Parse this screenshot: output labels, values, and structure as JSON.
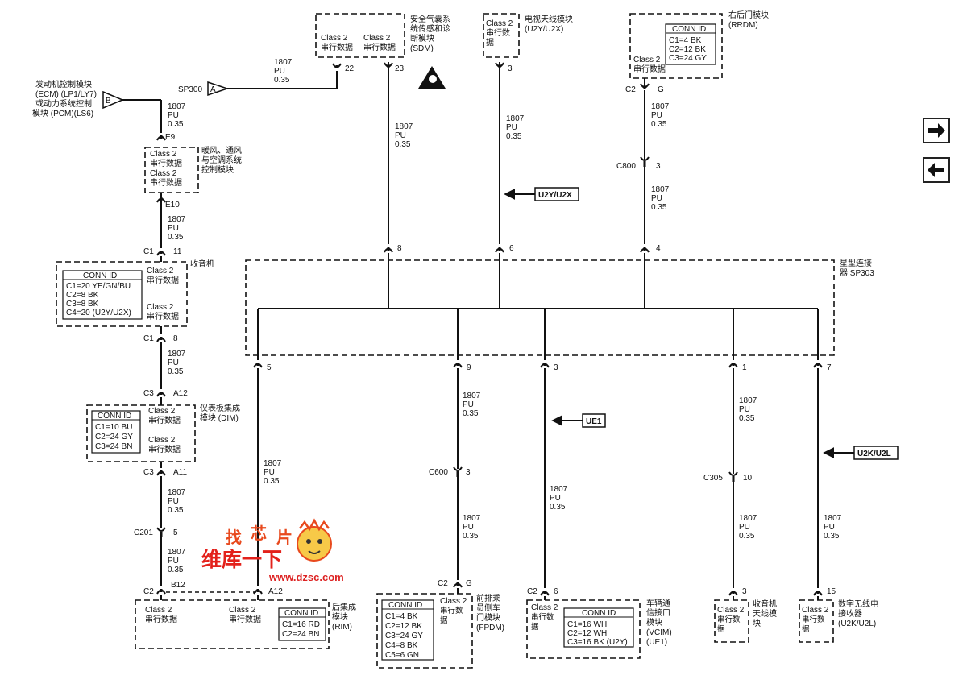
{
  "nav": {
    "next_icon": "arrow-right-icon",
    "prev_icon": "arrow-left-icon"
  },
  "wire": {
    "circuit": "1807",
    "color": "PU",
    "gauge": "0.35"
  },
  "serial": {
    "l1": "Class 2",
    "l2": "串行数据"
  },
  "sdm": {
    "label": [
      "安全气囊系",
      "统传感和诊",
      "断模块",
      "(SDM)"
    ],
    "pin_a": "22",
    "pin_b": "23"
  },
  "tv": {
    "label": [
      "电视天线模块",
      "(U2Y/U2X)"
    ],
    "pin": "3",
    "l2a": "串行数",
    "l2b": "据",
    "ref": "U2Y/U2X",
    "star_pin": "6"
  },
  "rrdm": {
    "label": [
      "右后门模块",
      "(RRDM)"
    ],
    "conn_title": "CONN ID",
    "conn": [
      "C1=4 BK",
      "C2=12 BK",
      "C3=24 GY"
    ],
    "conn_c": "C2",
    "pin": "G",
    "splice": "C800",
    "splice_pin": "3",
    "star_pin": "4"
  },
  "ecm": {
    "label": [
      "发动机控制模块",
      "(ECM) (LP1/LY7)",
      "或动力系统控制",
      "模块 (PCM)(LS6)"
    ],
    "flag": "B"
  },
  "sp300": {
    "label": "SP300",
    "flag": "A"
  },
  "hvac": {
    "label": [
      "暖风、通风",
      "与空调系统",
      "控制模块"
    ],
    "pin_top": "E9",
    "pin_bot": "E10"
  },
  "radio": {
    "label": "收音机",
    "conn_title": "CONN ID",
    "conn": [
      "C1=20 YE/GN/BU",
      "C2=8 BK",
      "C3=8 BK",
      "C4=20 (U2Y/U2X)"
    ],
    "conn_top": "C1",
    "pin_top": "11",
    "conn_bot": "C1",
    "pin_bot": "8"
  },
  "dim": {
    "label": [
      "仪表板集成",
      "模块 (DIM)"
    ],
    "conn_title": "CONN ID",
    "conn": [
      "C1=10 BU",
      "C2=24 GY",
      "C3=24 BN"
    ],
    "conn_top": "C3",
    "pin_top": "A12",
    "conn_bot": "C3",
    "pin_bot": "A11"
  },
  "c201": {
    "label": "C201",
    "pin": "5"
  },
  "rim": {
    "label": [
      "后集成",
      "模块",
      "(RIM)"
    ],
    "conn_title": "CONN ID",
    "conn": [
      "C1=16 RD",
      "C2=24 BN"
    ],
    "conn_l": "C2",
    "pin_l": "B12",
    "pin_r": "A12"
  },
  "star": {
    "label": [
      "星型连接",
      "器 SP303"
    ],
    "sdm_pin": "8",
    "p5": "5",
    "p9": "9",
    "p3": "3",
    "p1": "1",
    "p7": "7"
  },
  "fpdm": {
    "label": [
      "前排乘",
      "员侧车",
      "门模块",
      "(FPDM)"
    ],
    "conn_title": "CONN ID",
    "conn": [
      "C1=4 BK",
      "C2=12 BK",
      "C3=24 GY",
      "C4=8 BK",
      "C5=6 GN"
    ],
    "splice": "C600",
    "splice_pin": "3",
    "conn_c": "C2",
    "pin": "G"
  },
  "vcim": {
    "label": [
      "车辆通",
      "信接口",
      "模块",
      "(VCIM)",
      "(UE1)"
    ],
    "conn_title": "CONN ID",
    "conn": [
      "C1=16 WH",
      "C2=12 WH",
      "C3=16 BK (U2Y)"
    ],
    "ref": "UE1",
    "conn_c": "C2",
    "pin": "6"
  },
  "rant": {
    "label": [
      "收音机",
      "天线模",
      "块"
    ],
    "splice": "C305",
    "splice_pin": "10",
    "pin": "3",
    "l2a": "串行数",
    "l2b": "据"
  },
  "u2k": {
    "label": [
      "数字无线电",
      "接收器",
      "(U2K/U2L)"
    ],
    "ref": "U2K/U2L",
    "pin": "15"
  },
  "watermark": {
    "a": "找",
    "b": "芯",
    "c": "片",
    "d": "维库一下",
    "url": "www.dzsc.com"
  }
}
